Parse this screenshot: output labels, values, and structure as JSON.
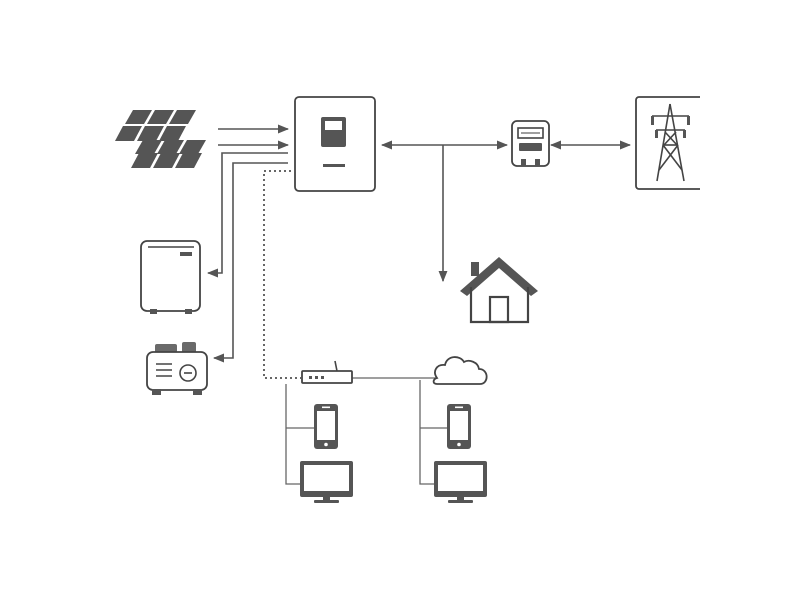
{
  "diagram": {
    "nodes": [
      {
        "id": "solar",
        "icon": "solar-panels-icon"
      },
      {
        "id": "inverter",
        "icon": "inverter-icon"
      },
      {
        "id": "meter",
        "icon": "energy-meter-icon"
      },
      {
        "id": "grid",
        "icon": "power-tower-icon"
      },
      {
        "id": "house",
        "icon": "house-icon"
      },
      {
        "id": "battery",
        "icon": "battery-icon"
      },
      {
        "id": "generator",
        "icon": "generator-icon"
      },
      {
        "id": "router",
        "icon": "router-icon"
      },
      {
        "id": "cloud",
        "icon": "cloud-icon"
      },
      {
        "id": "phone_local",
        "icon": "smartphone-icon"
      },
      {
        "id": "monitor_local",
        "icon": "monitor-icon"
      },
      {
        "id": "phone_remote",
        "icon": "smartphone-icon"
      },
      {
        "id": "monitor_remote",
        "icon": "monitor-icon"
      }
    ],
    "connections": [
      {
        "from": "solar",
        "to": "inverter",
        "style": "arrow"
      },
      {
        "from": "inverter",
        "to": "battery",
        "style": "arrow"
      },
      {
        "from": "inverter",
        "to": "generator",
        "style": "arrow"
      },
      {
        "from": "inverter",
        "to": "meter",
        "style": "bidirectional-arrow"
      },
      {
        "from": "meter",
        "to": "grid",
        "style": "bidirectional-arrow"
      },
      {
        "from": "inverter",
        "to": "house",
        "style": "arrow"
      },
      {
        "from": "inverter",
        "to": "router",
        "style": "dotted"
      },
      {
        "from": "router",
        "to": "cloud",
        "style": "line"
      },
      {
        "from": "router",
        "to": "phone_local",
        "style": "line"
      },
      {
        "from": "router",
        "to": "monitor_local",
        "style": "line"
      },
      {
        "from": "cloud",
        "to": "phone_remote",
        "style": "line"
      },
      {
        "from": "cloud",
        "to": "monitor_remote",
        "style": "line"
      }
    ]
  }
}
